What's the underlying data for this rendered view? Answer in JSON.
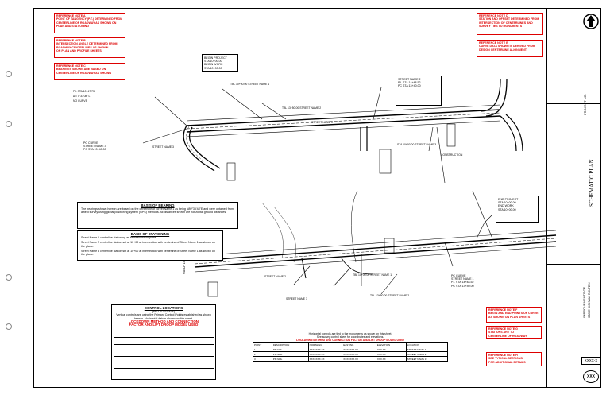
{
  "sheet": {
    "title": "SCHEMATIC PLAN",
    "project_title": "IMPROVEMENTS OF",
    "project_sub": "STATE HIGHWAY ROUTE X",
    "sheet_no": "XXX",
    "sheet_code": "XXXX-X",
    "title_cell_text": "PROJECT NO."
  },
  "notes": {
    "left": [
      {
        "title": "REFERENCE NOTE A",
        "lines": [
          "POINT OF TANGENCY (P.T.) DETERMINED FROM",
          "CENTERLINE OF ROADWAY AS SHOWN ON",
          "PLAN AND STATIONING"
        ]
      },
      {
        "title": "REFERENCE NOTE B",
        "lines": [
          "INTERSECTION ANGLE DETERMINED FROM",
          "ROADWAY CENTERLINES AS SHOWN",
          "ON PLAN AND PROFILE SHEETS"
        ]
      },
      {
        "title": "REFERENCE NOTE C",
        "lines": [
          "BEARINGS SHOWN ARE BASED ON",
          "CENTERLINE OF ROADWAY AS SHOWN"
        ]
      }
    ],
    "right": [
      {
        "title": "REFERENCE NOTE D",
        "lines": [
          "STATION AND OFFSET DETERMINED FROM",
          "INTERSECTION OF CENTERLINES AND",
          "SURVEY TIES TO MONUMENTS"
        ]
      },
      {
        "title": "REFERENCE NOTE E",
        "lines": [
          "CURVE DATA SHOWN IS DERIVED FROM",
          "DESIGN CENTERLINE ALIGNMENT"
        ]
      },
      {
        "title": "REFERENCE NOTE F",
        "lines": [
          "BEGIN AND END POINTS OF CURVE",
          "AS SHOWN ON PLAN SHEETS"
        ]
      },
      {
        "title": "REFERENCE NOTE G",
        "lines": [
          "STATIONS ARE TO",
          "CENTERLINE OF ROADWAY"
        ]
      },
      {
        "title": "REFERENCE NOTE H",
        "lines": [
          "SEE TYPICAL SECTIONS",
          "FOR ADDITIONAL DETAILS"
        ]
      }
    ]
  },
  "basis_of_bearing": {
    "title": "BASIS OF BEARING",
    "text": "The bearings shown hereon are based on the centerline of Street Name 1 as being N89°35'48\"E and were obtained from a field survey using global positioning system (GPS) methods. All distances shown are horizontal ground distances."
  },
  "basis_of_stationing": {
    "title": "BASIS OF STATIONING",
    "lines": [
      "Street Name 1 centerline stationing as established on plans.",
      "Street Name 2 centerline station set at 10+00 at intersection with centerline of Street Name 1 as shown on the plans.",
      "Street Name 3 centerline station set at 10+00 at intersection with centerline of Street Name 1 as shown on the plans."
    ]
  },
  "legend_box": {
    "title": "CONTROL LOCATIONS",
    "subtitle": "(NOT TO SCALE)",
    "body": "Vertical controls are using the Primary Control Points established as shown hereon. Horizontal datum shown on this sheet.",
    "red_title": "LOCKDOWN METHOD AND CONNECTION",
    "red_sub": "FACTOR AND LIFT DROOP MODEL USED"
  },
  "control_table": {
    "title_lines": [
      "Horizontal controls are tied to the monuments as shown on this sheet.",
      "See survey control sheet for coordinates and elevations."
    ],
    "red_title": "LOCKDOWN METHOD AND CONNECTION FACTOR AND LIFT DROOP MODEL USED",
    "headers": [
      "POINT",
      "DESCRIPTION",
      "NORTHING",
      "EASTING",
      "ELEVATION",
      "LOCATION"
    ],
    "rows": [
      [
        "1",
        "PK NAIL",
        "XXXXXXX.XX",
        "XXXXXXX.XX",
        "XXX.XX",
        "STREET NAME 1"
      ],
      [
        "2",
        "PK NAIL",
        "XXXXXXX.XX",
        "XXXXXXX.XX",
        "XXX.XX",
        "STREET NAME 2"
      ],
      [
        "3",
        "PK NAIL",
        "XXXXXXX.XX",
        "XXXXXXX.XX",
        "XXX.XX",
        "STREET NAME 3"
      ]
    ]
  },
  "map_labels": {
    "pi1": "P.I. STA 10+47.73",
    "pi1_angle": "Δ = 0°33'08\" LT",
    "pi1_curve": "NO CURVE",
    "begin_project": "BEGIN PROJECT",
    "begin_sta": "STA 10+00.00",
    "begin_work": "BEGIN WORK",
    "begin_work_sta": "STA 10+00.00",
    "street1": "STREET NAME 1",
    "street2": "STREET NAME 2",
    "street3": "STREET NAME 3",
    "road1": "TBL 10+00.00 STREET NAME 1",
    "road2": "TBL 13+50.00 STREET NAME 2",
    "curve1_title": "PC CURVE",
    "curve1": "P.I. STA 14+48.52",
    "pc_sta": "PC STA 13+40.00",
    "end_project": "END PROJECT",
    "end_work": "END WORK",
    "construction": "CONSTRUCTION",
    "station_callout": "STA 10+00.00 STREET NAME 3",
    "match_line": "MATCH LINE"
  }
}
